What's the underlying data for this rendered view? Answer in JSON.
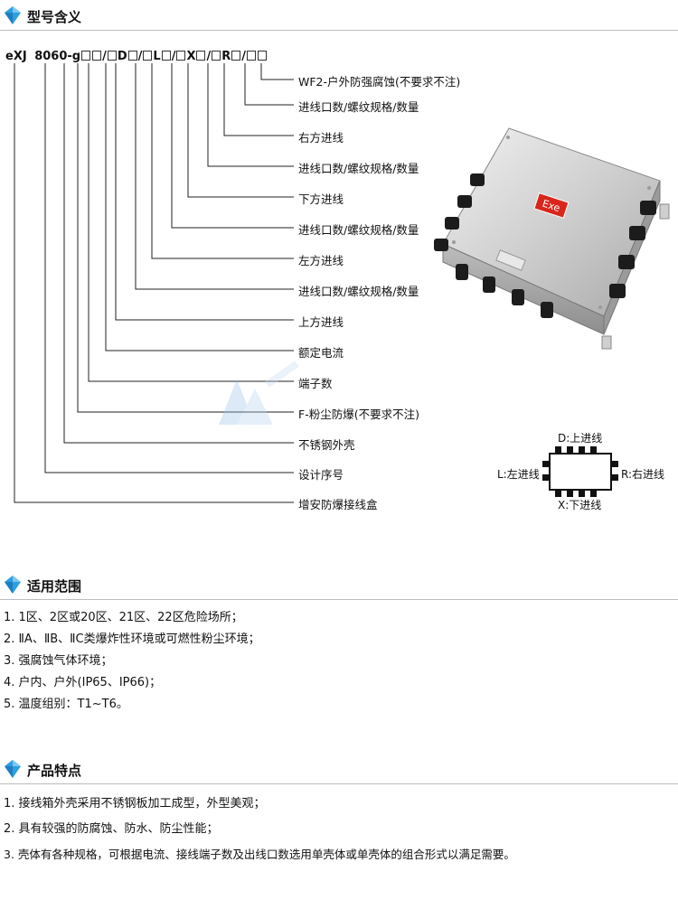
{
  "sections": {
    "model": {
      "title": "型号含义"
    },
    "scope": {
      "title": "适用范围"
    },
    "features": {
      "title": "产品特点"
    }
  },
  "model_code": {
    "prefix": "eXJ",
    "series": "8060-g",
    "sep": "/",
    "d": "D",
    "l": "L",
    "x": "X",
    "r": "R"
  },
  "explanations": [
    "WF2-户外防强腐蚀(不要求不注)",
    "进线口数/螺纹规格/数量",
    "右方进线",
    "进线口数/螺纹规格/数量",
    "下方进线",
    "进线口数/螺纹规格/数量",
    "左方进线",
    "进线口数/螺纹规格/数量",
    "上方进线",
    "额定电流",
    "端子数",
    "F-粉尘防爆(不要求不注)",
    "不锈钢外壳",
    "设计序号",
    "增安防爆接线盒"
  ],
  "product_image": {
    "badge": "Exe"
  },
  "direction_diagram": {
    "top": "D:上进线",
    "left": "L:左进线",
    "right": "R:右进线",
    "bottom": "X:下进线"
  },
  "scope_items": [
    "1. 1区、2区或20区、21区、22区危险场所；",
    "2. ⅡA、ⅡB、ⅡC类爆炸性环境或可燃性粉尘环境；",
    "3. 强腐蚀气体环境；",
    "4. 户内、户外(IP65、IP66)；",
    "5. 温度组别：T1~T6。"
  ],
  "feature_items": [
    "1. 接线箱外壳采用不锈钢板加工成型，外型美观；",
    "2. 具有较强的防腐蚀、防水、防尘性能；",
    "3. 壳体有各种规格，可根据电流、接线端子数及出线口数选用单壳体或单壳体的组合形式以满足需要。"
  ],
  "colors": {
    "accent": "#2e9fe0",
    "line": "#222222",
    "rule": "#bdbdbd",
    "badge": "#d8261c"
  }
}
